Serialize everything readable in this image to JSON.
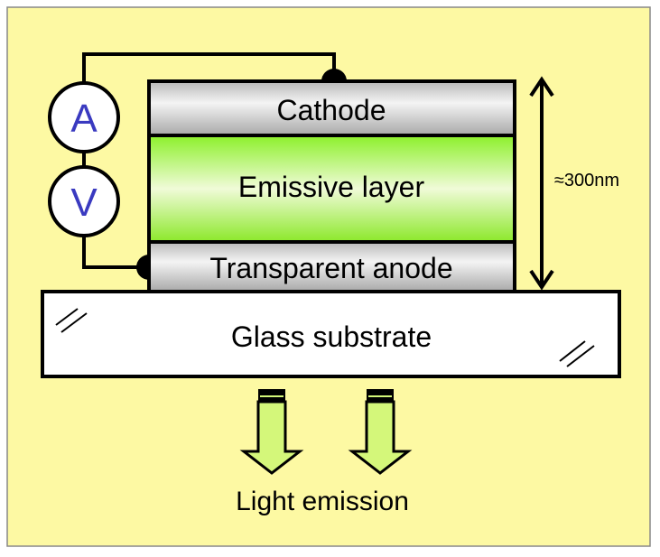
{
  "meters": {
    "ammeter": "A",
    "voltmeter": "V"
  },
  "layers": {
    "cathode": "Cathode",
    "emissive": "Emissive layer",
    "anode": "Transparent anode",
    "substrate": "Glass substrate"
  },
  "thickness_label": "≈300nm",
  "emission_label": "Light emission",
  "colors": {
    "background": "#fdf9a3",
    "emissive": "#8cf02a",
    "arrow": "#d4f77a",
    "meter_text": "#3a3ac0"
  }
}
